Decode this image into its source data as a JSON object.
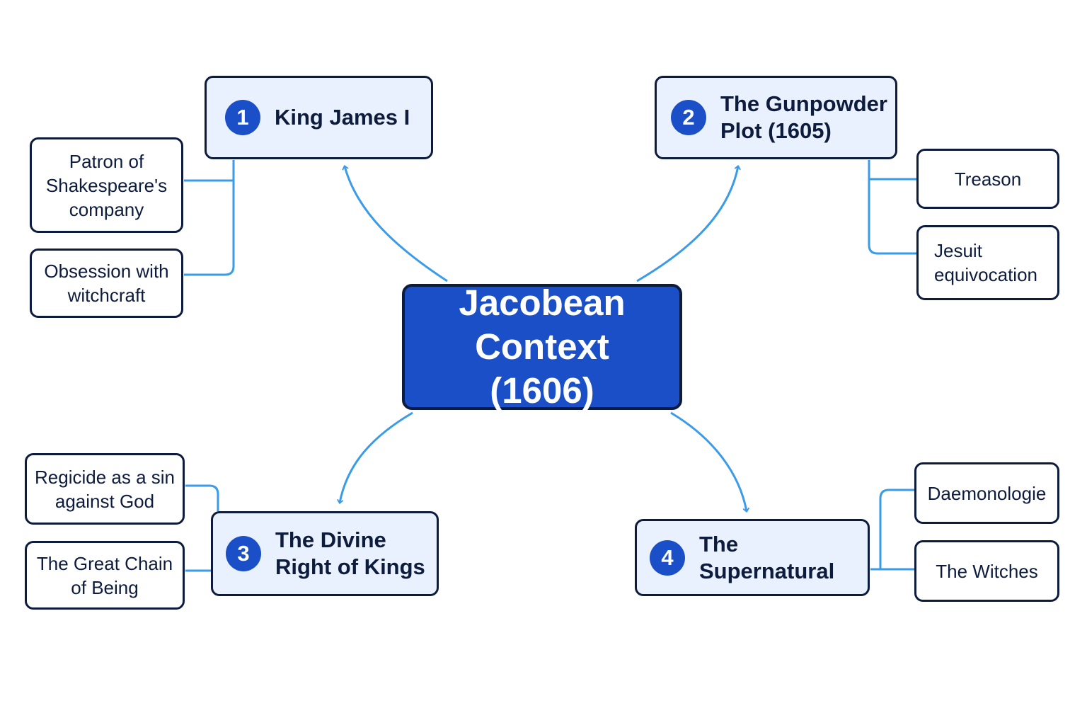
{
  "center": {
    "label": "Jacobean Context (1606)"
  },
  "topics": [
    {
      "number": "1",
      "label": "King James I"
    },
    {
      "number": "2",
      "label": "The Gunpowder Plot (1605)"
    },
    {
      "number": "3",
      "label": "The Divine Right of Kings"
    },
    {
      "number": "4",
      "label": "The Supernatural"
    }
  ],
  "details": {
    "king_james": [
      "Patron of Shakespeare's company",
      "Obsession with witchcraft"
    ],
    "gunpowder_plot": [
      "Treason",
      "Jesuit equivocation"
    ],
    "divine_right": [
      "Regicide as a sin against God",
      "The Great Chain of Being"
    ],
    "supernatural": [
      "Daemonologie",
      "The Witches"
    ]
  },
  "colors": {
    "accent": "#1b4fc8",
    "topic_fill": "#e8f1fd",
    "connector": "#3a9be8",
    "outline": "#0d1b3d"
  }
}
